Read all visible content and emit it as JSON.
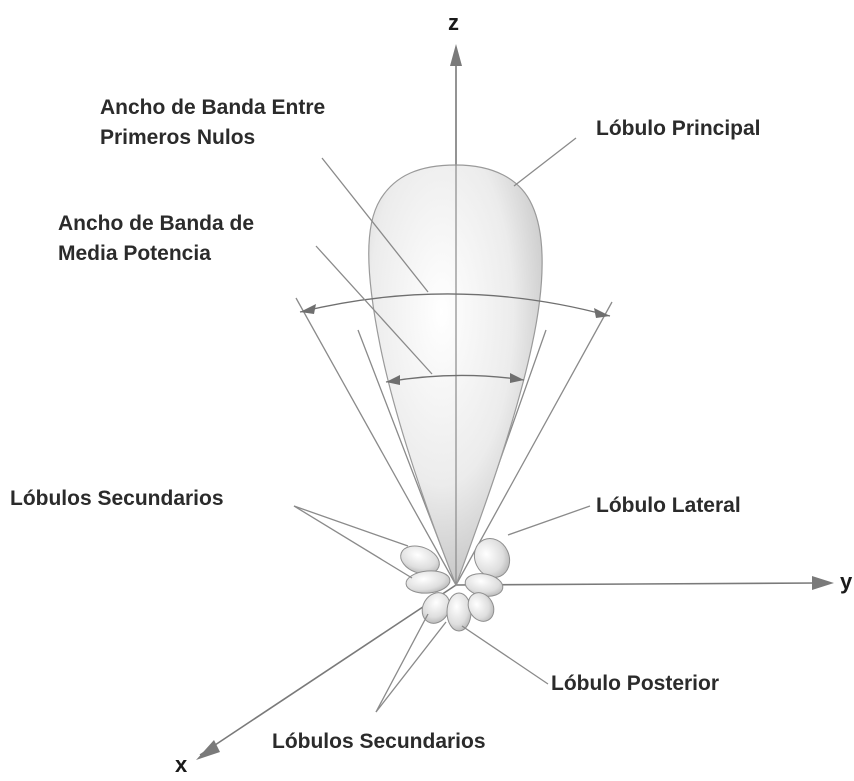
{
  "axes": {
    "z": "z",
    "y": "y",
    "x": "x"
  },
  "labels": {
    "fnbw_line1": "Ancho de Banda Entre",
    "fnbw_line2": "Primeros Nulos",
    "main_lobe": "Lóbulo Principal",
    "hpbw_line1": "Ancho de Banda de",
    "hpbw_line2": "Media Potencia",
    "minor_lobes_upper": "Lóbulos Secundarios",
    "side_lobe": "Lóbulo Lateral",
    "back_lobe": "Lóbulo  Posterior",
    "minor_lobes_lower": "Lóbulos Secundarios"
  }
}
